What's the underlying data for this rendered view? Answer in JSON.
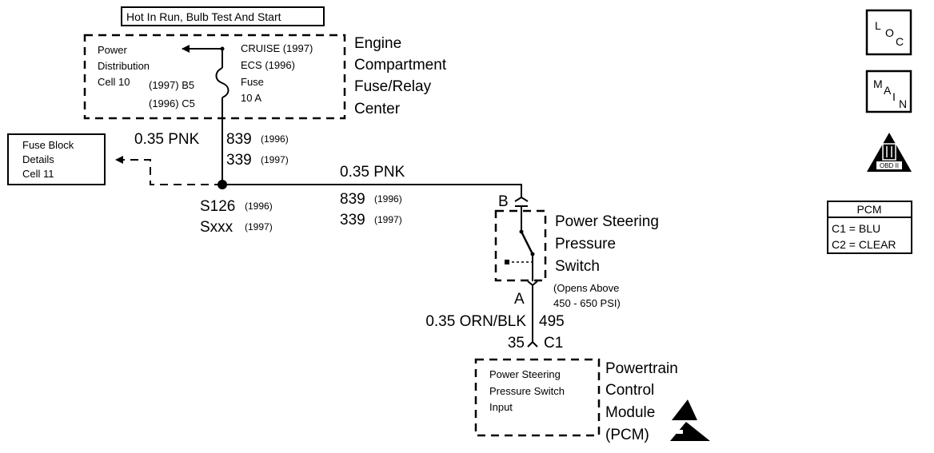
{
  "hot_label": "Hot In Run, Bulb Test And Start",
  "fuse_center": {
    "title_lines": [
      "Engine",
      "Compartment",
      "Fuse/Relay",
      "Center"
    ],
    "pdc_lines": [
      "Power",
      "Distribution",
      "Cell 10"
    ],
    "fuse_1997": "(1997) B5",
    "fuse_1996": "(1996) C5",
    "fuse_text_lines": [
      "CRUISE (1997)",
      "ECS (1996)",
      "Fuse",
      "10 A"
    ]
  },
  "fuse_block": {
    "lines": [
      "Fuse Block",
      "Details",
      "Cell 11"
    ]
  },
  "wire_upper": {
    "color": "0.35 PNK",
    "circuit_1996": "839",
    "circuit_1997": "339",
    "yr_1996": "(1996)",
    "yr_1997": "(1997)"
  },
  "wire_right": {
    "color": "0.35 PNK",
    "circuit_1996": "839",
    "circuit_1997": "339",
    "yr_1996": "(1996)",
    "yr_1997": "(1997)"
  },
  "splice": {
    "name_1996": "S126",
    "name_1997": "Sxxx",
    "yr_1996": "(1996)",
    "yr_1997": "(1997)"
  },
  "switch": {
    "title_lines": [
      "Power Steering",
      "Pressure",
      "Switch"
    ],
    "note_lines": [
      "(Opens Above",
      "450 - 650 PSI)"
    ],
    "pin_b": "B",
    "pin_a": "A"
  },
  "wire_lower": {
    "color": "0.35 ORN/BLK",
    "circuit": "495"
  },
  "pcm_connector": {
    "pin": "35",
    "name": "C1"
  },
  "pcm": {
    "title_lines": [
      "Powertrain",
      "Control",
      "Module",
      "(PCM)"
    ],
    "input_lines": [
      "Power Steering",
      "Pressure Switch",
      "Input"
    ]
  },
  "legend": {
    "loc": {
      "l": "L",
      "o": "O",
      "c": "C"
    },
    "main": {
      "m": "M",
      "a": "A",
      "i": "I",
      "n": "N"
    },
    "obd": "OBD II",
    "pcm_title": "PCM",
    "pcm_c1": "C1 = BLU",
    "pcm_c2": "C2 = CLEAR"
  }
}
